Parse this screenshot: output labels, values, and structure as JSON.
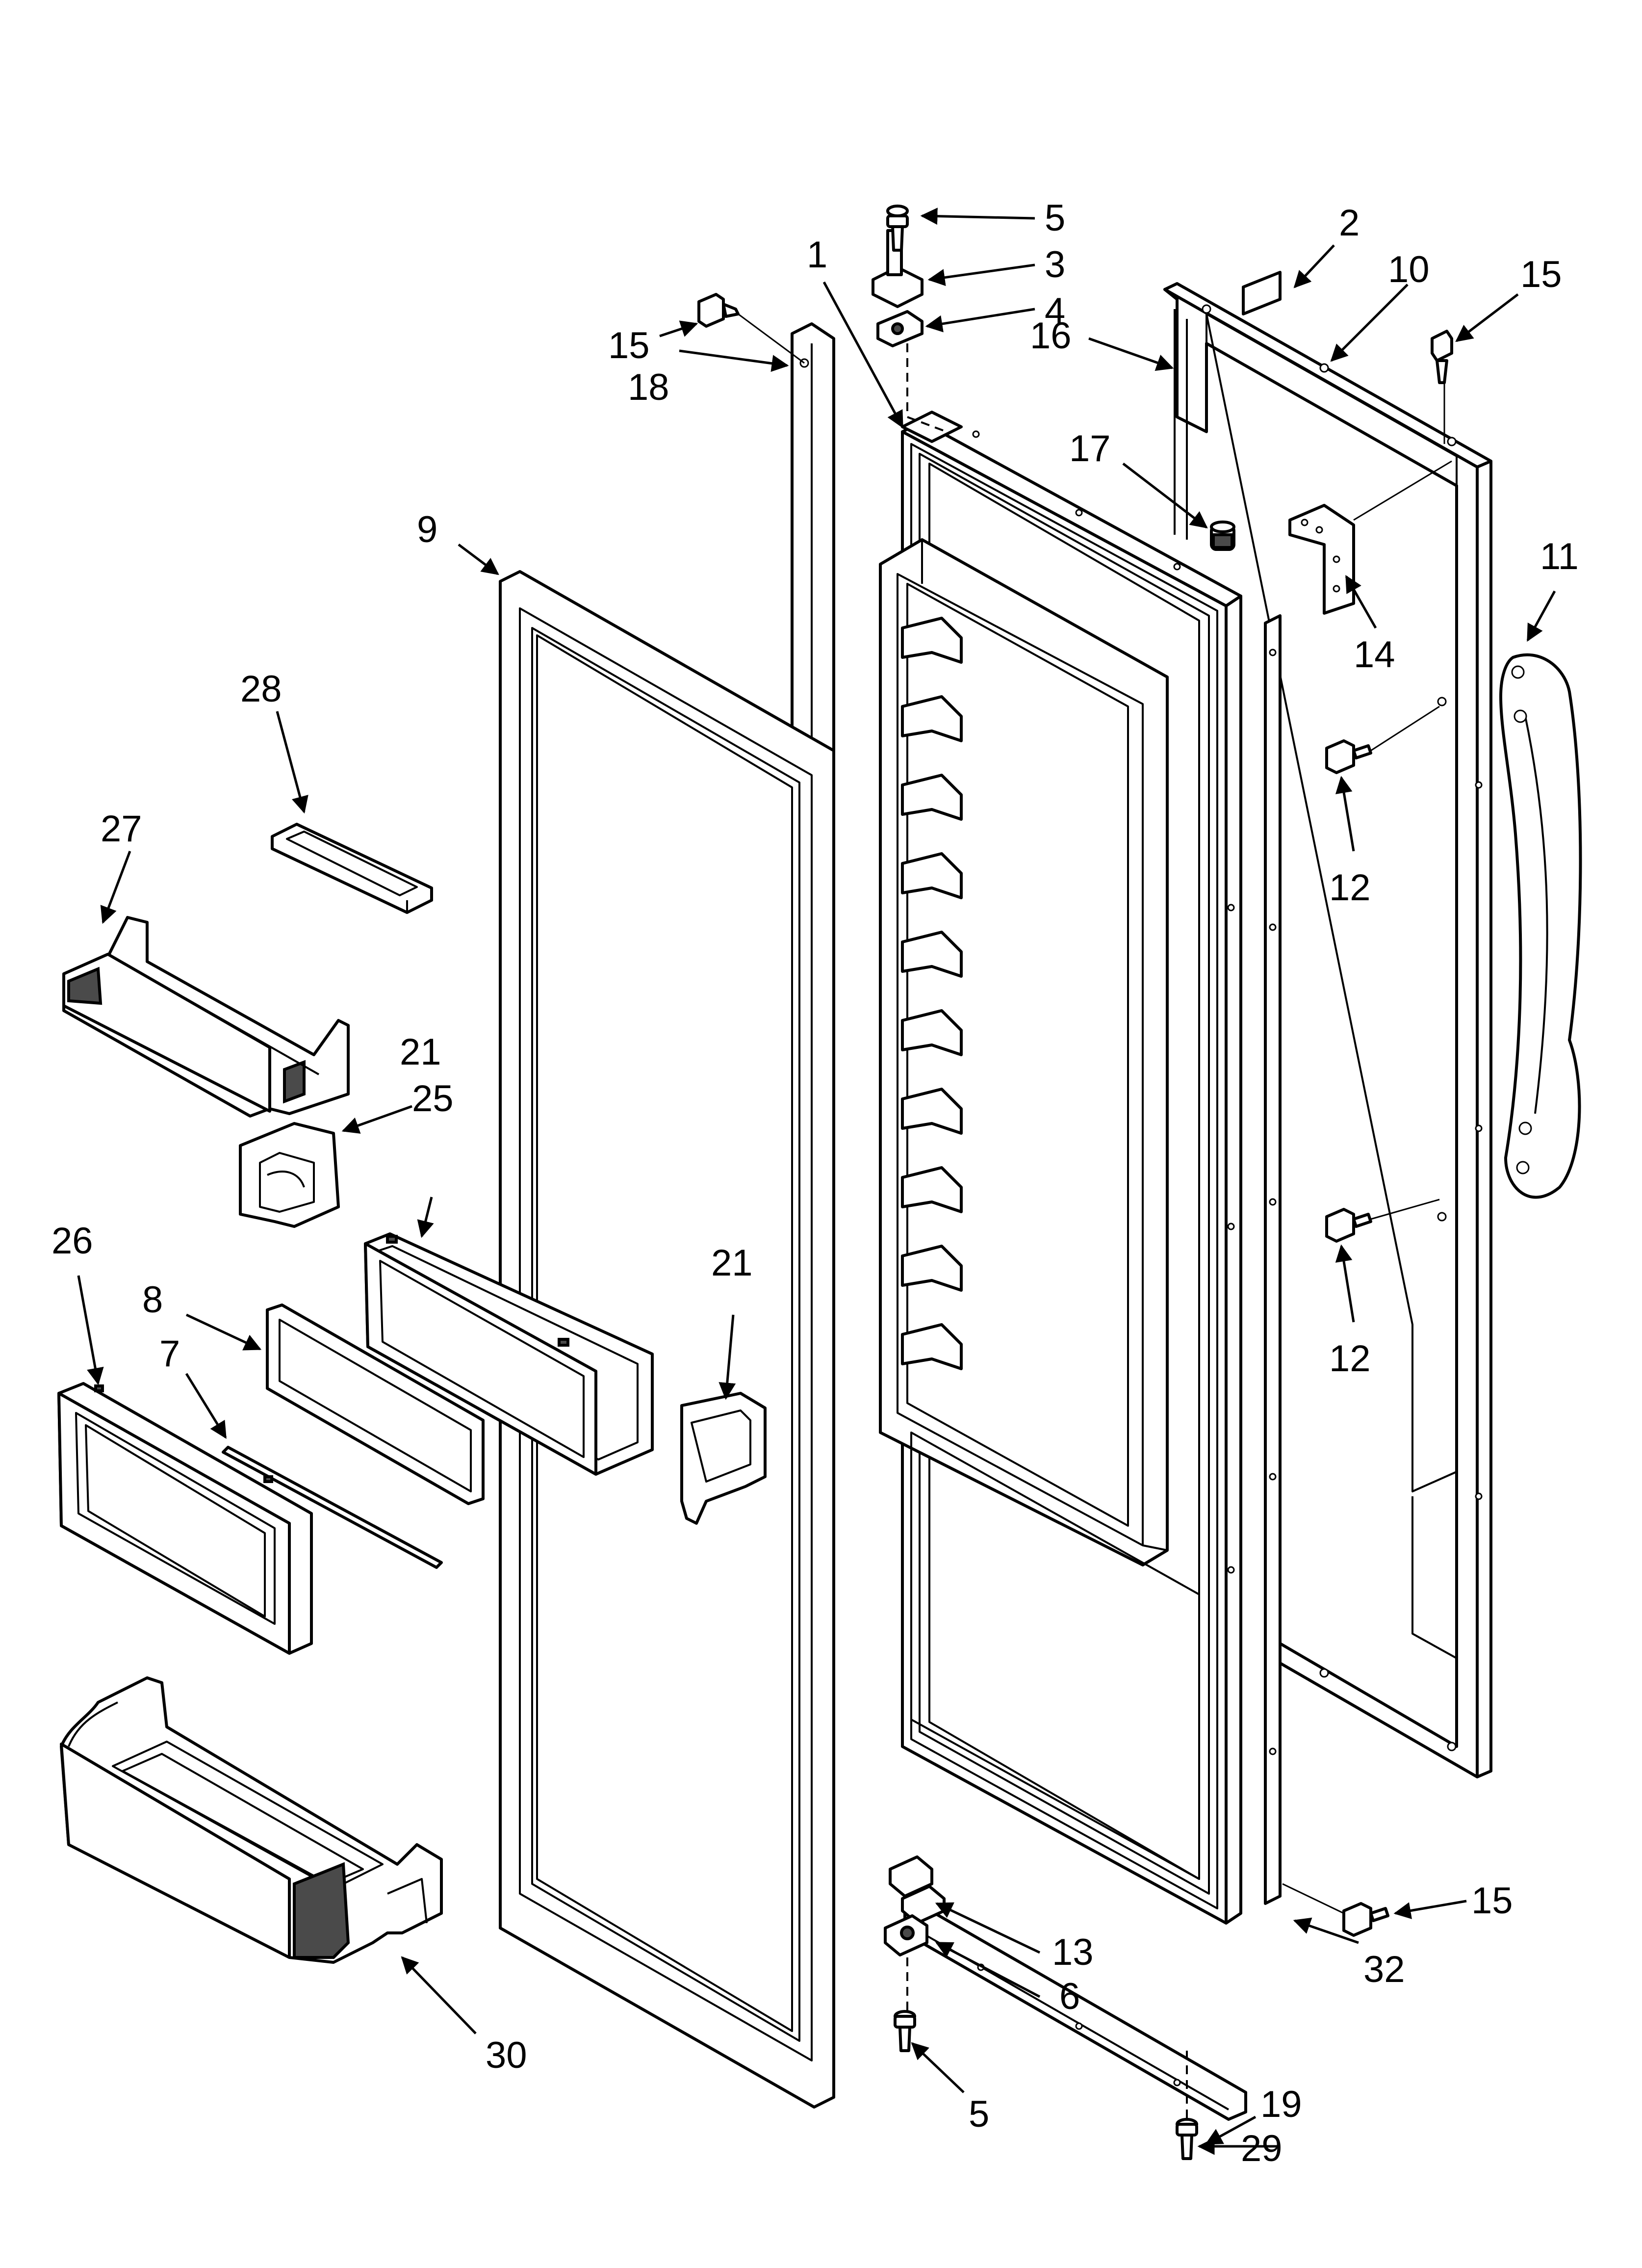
{
  "callouts": [
    {
      "id": "c1",
      "label": "1"
    },
    {
      "id": "c2",
      "label": "2"
    },
    {
      "id": "c3",
      "label": "3"
    },
    {
      "id": "c4",
      "label": "4"
    },
    {
      "id": "c5-top",
      "label": "5"
    },
    {
      "id": "c5-bottom",
      "label": "5"
    },
    {
      "id": "c6",
      "label": "6"
    },
    {
      "id": "c7",
      "label": "7"
    },
    {
      "id": "c8",
      "label": "8"
    },
    {
      "id": "c9",
      "label": "9"
    },
    {
      "id": "c10",
      "label": "10"
    },
    {
      "id": "c11",
      "label": "11"
    },
    {
      "id": "c12-upper",
      "label": "12"
    },
    {
      "id": "c12-lower",
      "label": "12"
    },
    {
      "id": "c13",
      "label": "13"
    },
    {
      "id": "c14",
      "label": "14"
    },
    {
      "id": "c15-left",
      "label": "15"
    },
    {
      "id": "c15-right",
      "label": "15"
    },
    {
      "id": "c15-bottom",
      "label": "15"
    },
    {
      "id": "c16",
      "label": "16"
    },
    {
      "id": "c17",
      "label": "17"
    },
    {
      "id": "c18",
      "label": "18"
    },
    {
      "id": "c19",
      "label": "19"
    },
    {
      "id": "c21-left",
      "label": "21"
    },
    {
      "id": "c21-right",
      "label": "21"
    },
    {
      "id": "c25",
      "label": "25"
    },
    {
      "id": "c26",
      "label": "26"
    },
    {
      "id": "c27",
      "label": "27"
    },
    {
      "id": "c28",
      "label": "28"
    },
    {
      "id": "c29",
      "label": "29"
    },
    {
      "id": "c30",
      "label": "30"
    },
    {
      "id": "c32",
      "label": "32"
    }
  ],
  "colors": {
    "line": "#000000",
    "background": "#ffffff",
    "shade": "#4a4a4a"
  }
}
